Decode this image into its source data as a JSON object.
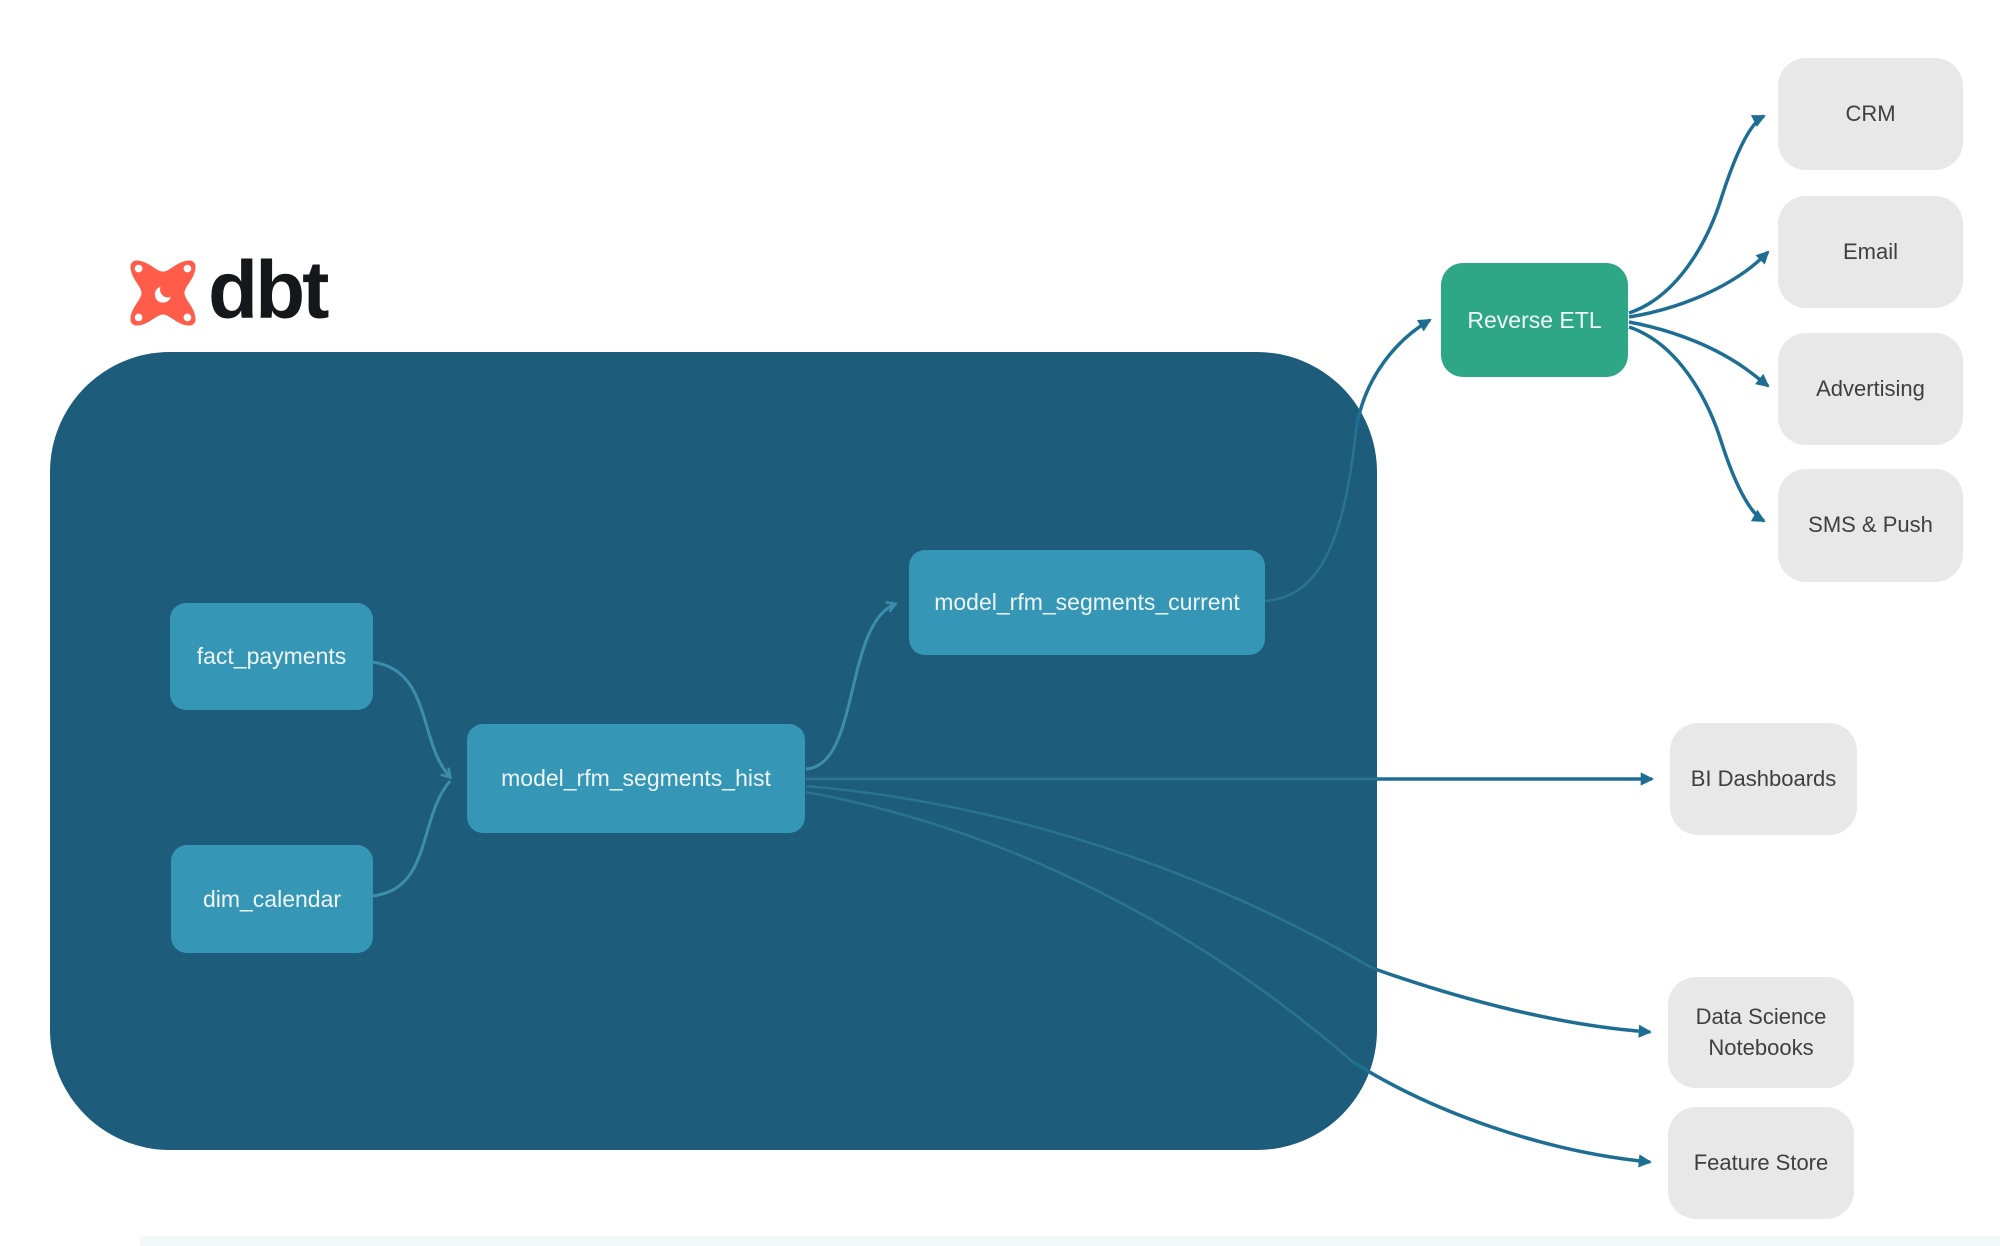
{
  "logo": {
    "brand": "dbt",
    "icon": "dbt-star-icon",
    "icon_color": "#ff5c49",
    "text_color": "#15181b"
  },
  "colors": {
    "warehouse_bg": "#1d5c7b",
    "model_node_bg": "#3596b5",
    "model_node_text": "#eef5f8",
    "reverse_etl_bg": "#2ea786",
    "destination_bg": "#e8e8e8",
    "destination_text": "#3f3f3f",
    "arrow": "#1e6e94",
    "inner_edge": "#2a7391",
    "inner_arrow": "#3d8dac"
  },
  "warehouse": {
    "nodes": {
      "fact_payments": {
        "label": "fact_payments"
      },
      "dim_calendar": {
        "label": "dim_calendar"
      },
      "hist": {
        "label": "model_rfm_segments_hist"
      },
      "current": {
        "label": "model_rfm_segments_current"
      }
    }
  },
  "reverse_etl": {
    "label": "Reverse ETL"
  },
  "destinations": {
    "crm": {
      "label": "CRM"
    },
    "email": {
      "label": "Email"
    },
    "advertising": {
      "label": "Advertising"
    },
    "sms_push": {
      "label": "SMS & Push"
    }
  },
  "outputs": {
    "bi": {
      "label": "BI Dashboards"
    },
    "data_science": {
      "label": "Data Science Notebooks"
    },
    "feature_store": {
      "label": "Feature Store"
    }
  },
  "edges": [
    {
      "from": "fact_payments",
      "to": "model_rfm_segments_hist"
    },
    {
      "from": "dim_calendar",
      "to": "model_rfm_segments_hist"
    },
    {
      "from": "model_rfm_segments_hist",
      "to": "model_rfm_segments_current"
    },
    {
      "from": "model_rfm_segments_current",
      "to": "Reverse ETL"
    },
    {
      "from": "Reverse ETL",
      "to": "CRM"
    },
    {
      "from": "Reverse ETL",
      "to": "Email"
    },
    {
      "from": "Reverse ETL",
      "to": "Advertising"
    },
    {
      "from": "Reverse ETL",
      "to": "SMS & Push"
    },
    {
      "from": "model_rfm_segments_hist",
      "to": "BI Dashboards"
    },
    {
      "from": "model_rfm_segments_hist",
      "to": "Data Science Notebooks"
    },
    {
      "from": "model_rfm_segments_hist",
      "to": "Feature Store"
    }
  ]
}
